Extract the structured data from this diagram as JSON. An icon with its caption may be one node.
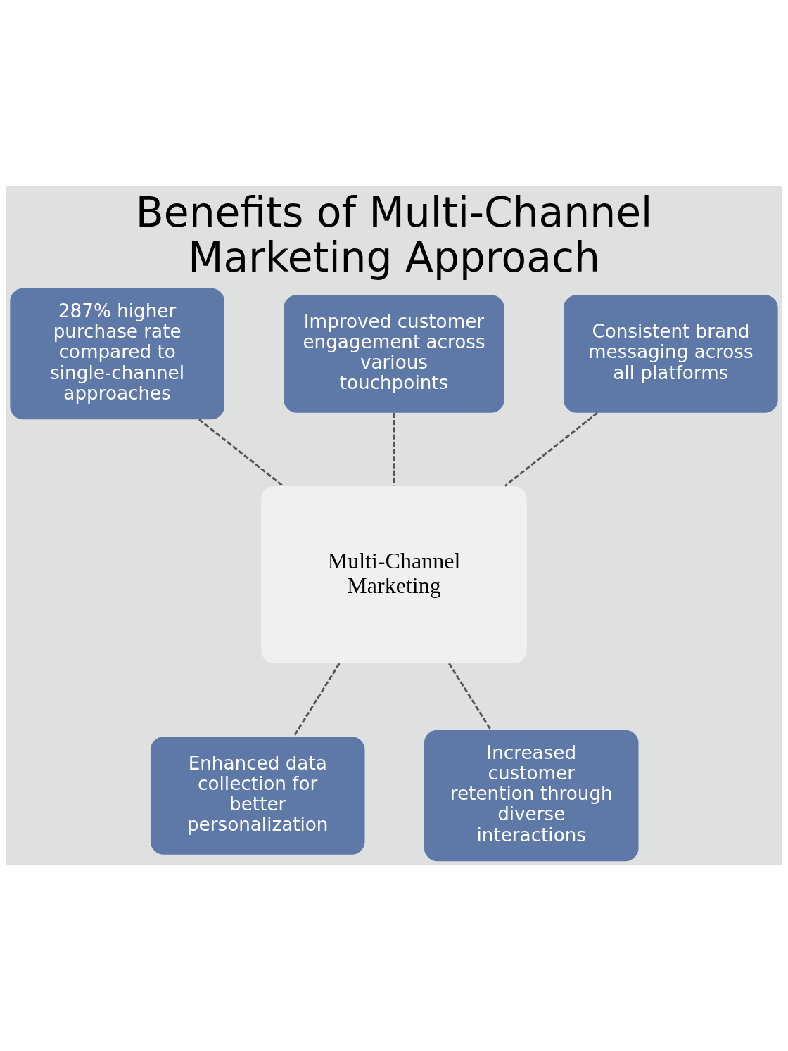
{
  "diagram": {
    "title": "Benefits of Multi-Channel Marketing Approach",
    "nodes": [
      {
        "text": [
          "287% higher purchase rate compared to single-channel approaches"
        ]
      },
      {
        "text": [
          "Improved customer engagement across various touchpoints"
        ]
      },
      {
        "text": [
          "Consistent brand messaging across all platforms"
        ]
      },
      {
        "text": [
          "Multi-Channel Marketing"
        ]
      },
      {
        "text": [
          "Enhanced data collection for better personalization"
        ]
      },
      {
        "text": [
          "Increased customer retention through diverse interactions"
        ]
      }
    ],
    "edges": [
      {
        "from": 0,
        "to": 3,
        "arrow": "none",
        "style": "dashed"
      },
      {
        "from": 1,
        "to": 3,
        "arrow": "none",
        "style": "dashed"
      },
      {
        "from": 2,
        "to": 3,
        "arrow": "none",
        "style": "dashed"
      },
      {
        "from": 3,
        "to": 4,
        "arrow": "none",
        "style": "dashed"
      },
      {
        "from": 3,
        "to": 5,
        "arrow": "none",
        "style": "dashed"
      }
    ]
  }
}
